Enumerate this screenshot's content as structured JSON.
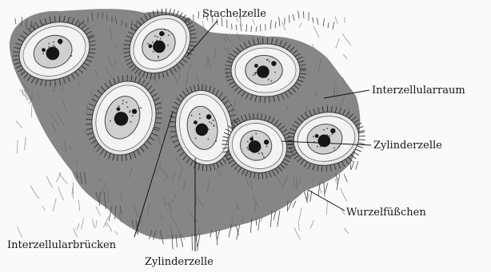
{
  "labels": {
    "stachelzelle": "Stachelzelle",
    "interzellularraum": "Interzellularraum",
    "zylinderzelle_right": "Zylinderzelle",
    "wurzelfuesschen": "Wurzelfüßchen",
    "interzellularbruecken": "Interzellularbrücken",
    "zylinderzelle_bottom": "Zylinderzelle"
  },
  "colors": {
    "background": "#fafafa",
    "tissue": "#8a8a8a",
    "cell_body": "#f3f3f3",
    "nucleus": "#cfcfcf",
    "nucleolus": "#161616",
    "ink": "#141414"
  }
}
